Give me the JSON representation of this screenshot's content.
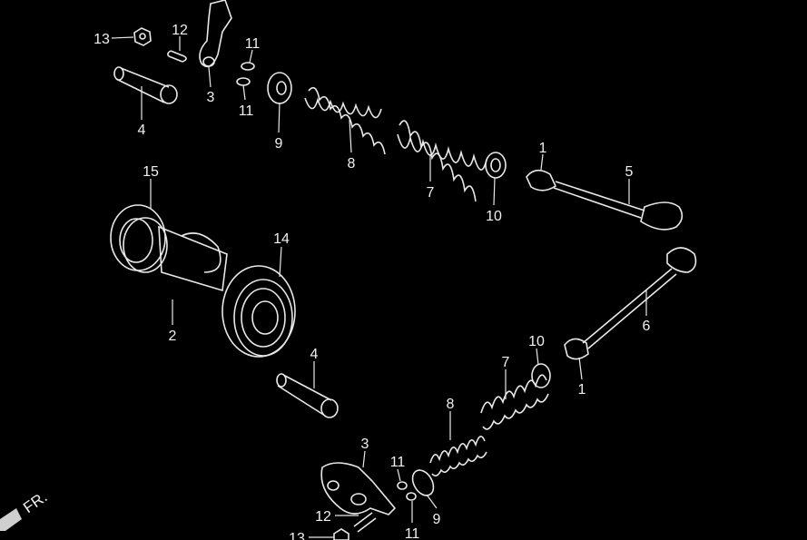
{
  "diagram": {
    "callouts": [
      "13",
      "12",
      "11",
      "3",
      "11",
      "4",
      "9",
      "8",
      "7",
      "1",
      "5",
      "10",
      "15",
      "14",
      "2",
      "6",
      "4",
      "10",
      "7",
      "1",
      "8",
      "3",
      "11",
      "12",
      "11",
      "9",
      "13"
    ],
    "direction_label": "FR.",
    "colors": {
      "background": "#000000",
      "line": "#e8e8e8"
    }
  }
}
